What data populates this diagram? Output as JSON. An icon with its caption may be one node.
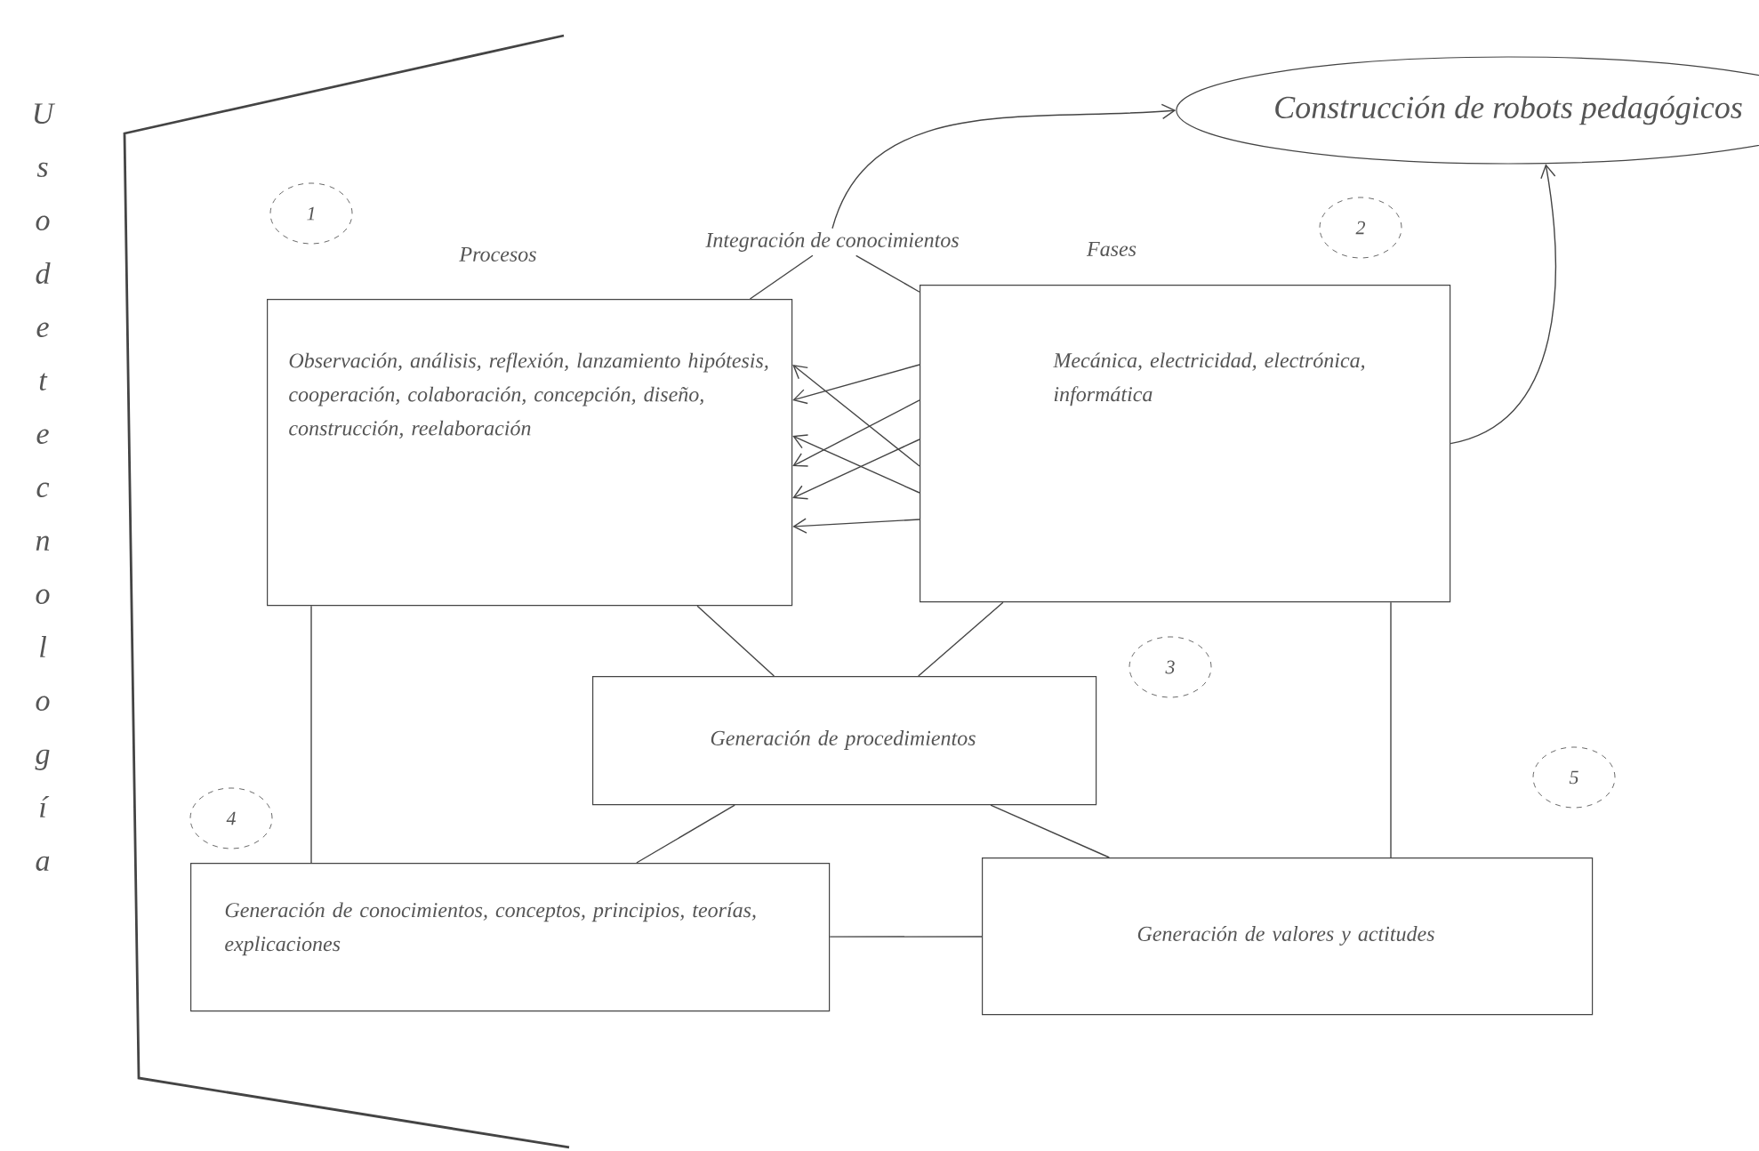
{
  "diagram": {
    "nodes": [
      {
        "text": [
          "Integración de conocimientos"
        ]
      },
      {
        "text": [
          "Construcción de robots pedagógicos"
        ]
      },
      {
        "text": [
          "1"
        ]
      },
      {
        "text": [
          "Procesos",
          "Observación, análisis, reflexión, lanzamiento hipótesis, cooperación, colaboración, concepción, diseño, construcción, reelaboración"
        ]
      },
      {
        "text": [
          "2"
        ]
      },
      {
        "text": [
          "Fases",
          "Mecánica, electricidad, electrónica, informática"
        ]
      },
      {
        "text": [
          "Generación de procedimientos"
        ]
      },
      {
        "text": [
          "3"
        ]
      },
      {
        "text": [
          "4"
        ]
      },
      {
        "text": [
          "Generación de conocimientos, conceptos, principios, teorías, explicaciones"
        ]
      },
      {
        "text": [
          "5"
        ]
      },
      {
        "text": [
          "Generación de valores y actitudes"
        ]
      }
    ],
    "edges": [
      {
        "from": 0,
        "to": 1,
        "arrow": "to"
      },
      {
        "from": 0,
        "to": 3,
        "arrow": "none"
      },
      {
        "from": 0,
        "to": 5,
        "arrow": "none"
      },
      {
        "from": 5,
        "to": 1,
        "arrow": "to"
      },
      {
        "from": 5,
        "to": 3,
        "arrow": "to"
      },
      {
        "from": 5,
        "to": 3,
        "arrow": "to"
      },
      {
        "from": 5,
        "to": 3,
        "arrow": "to"
      },
      {
        "from": 5,
        "to": 3,
        "arrow": "to"
      },
      {
        "from": 5,
        "to": 3,
        "arrow": "to"
      },
      {
        "from": 5,
        "to": 3,
        "arrow": "to"
      },
      {
        "from": 3,
        "to": 6,
        "arrow": "none"
      },
      {
        "from": 5,
        "to": 6,
        "arrow": "none"
      },
      {
        "from": 6,
        "to": 9,
        "arrow": "none"
      },
      {
        "from": 6,
        "to": 11,
        "arrow": "none"
      },
      {
        "from": 3,
        "to": 9,
        "arrow": "none"
      },
      {
        "from": 5,
        "to": 11,
        "arrow": "none"
      },
      {
        "from": 9,
        "to": 11,
        "arrow": "none"
      }
    ],
    "labels": [
      "Uso de tecnología"
    ]
  }
}
